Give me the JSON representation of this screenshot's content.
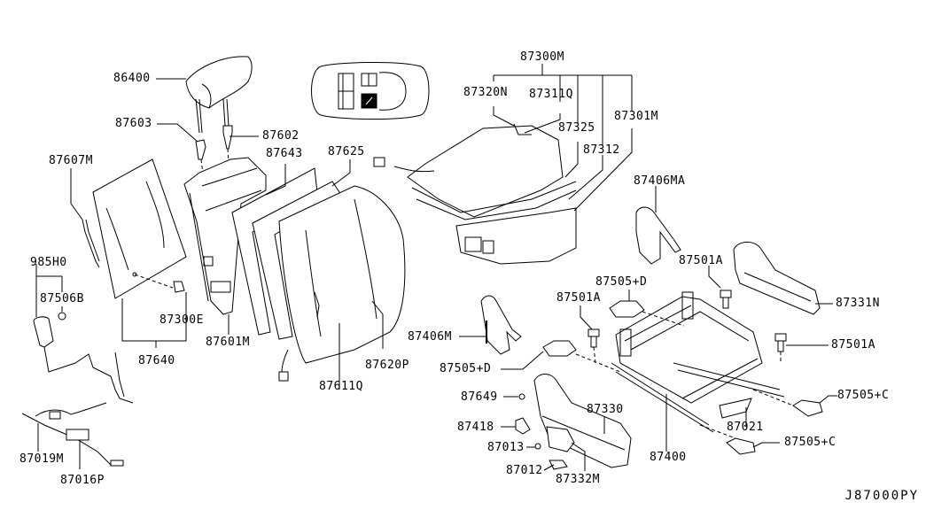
{
  "diagram": {
    "type": "exploded-parts-diagram",
    "subject": "Front seat assembly",
    "diagram_code": "J87000PY",
    "locator_icon": "car-top-view-seat-locator",
    "labels": {
      "p86400": "86400",
      "p87603": "87603",
      "p87602": "87602",
      "p87607M": "87607M",
      "p87643": "87643",
      "p87625": "87625",
      "p985H0": "985H0",
      "p87506B": "87506B",
      "p87300E": "87300E",
      "p87601M": "87601M",
      "p87640": "87640",
      "p87620P": "87620P",
      "p87611Q": "87611Q",
      "p87019M": "87019M",
      "p87016P": "87016P",
      "p87300M": "87300M",
      "p87320N": "87320N",
      "p87311Q": "87311Q",
      "p87325": "87325",
      "p87312": "87312",
      "p87301M": "87301M",
      "p87406MA": "87406MA",
      "p87501A_1": "87501A",
      "p87501A_2": "87501A",
      "p87501A_3": "87501A",
      "p87505D_1": "87505+D",
      "p87505D_2": "87505+D",
      "p87331N": "87331N",
      "p87406M": "87406M",
      "p87649": "87649",
      "p87330": "87330",
      "p87418": "87418",
      "p87013": "87013",
      "p87012": "87012",
      "p87332M": "87332M",
      "p87400": "87400",
      "p87021": "87021",
      "p87505C_1": "87505+C",
      "p87505C_2": "87505+C"
    }
  }
}
